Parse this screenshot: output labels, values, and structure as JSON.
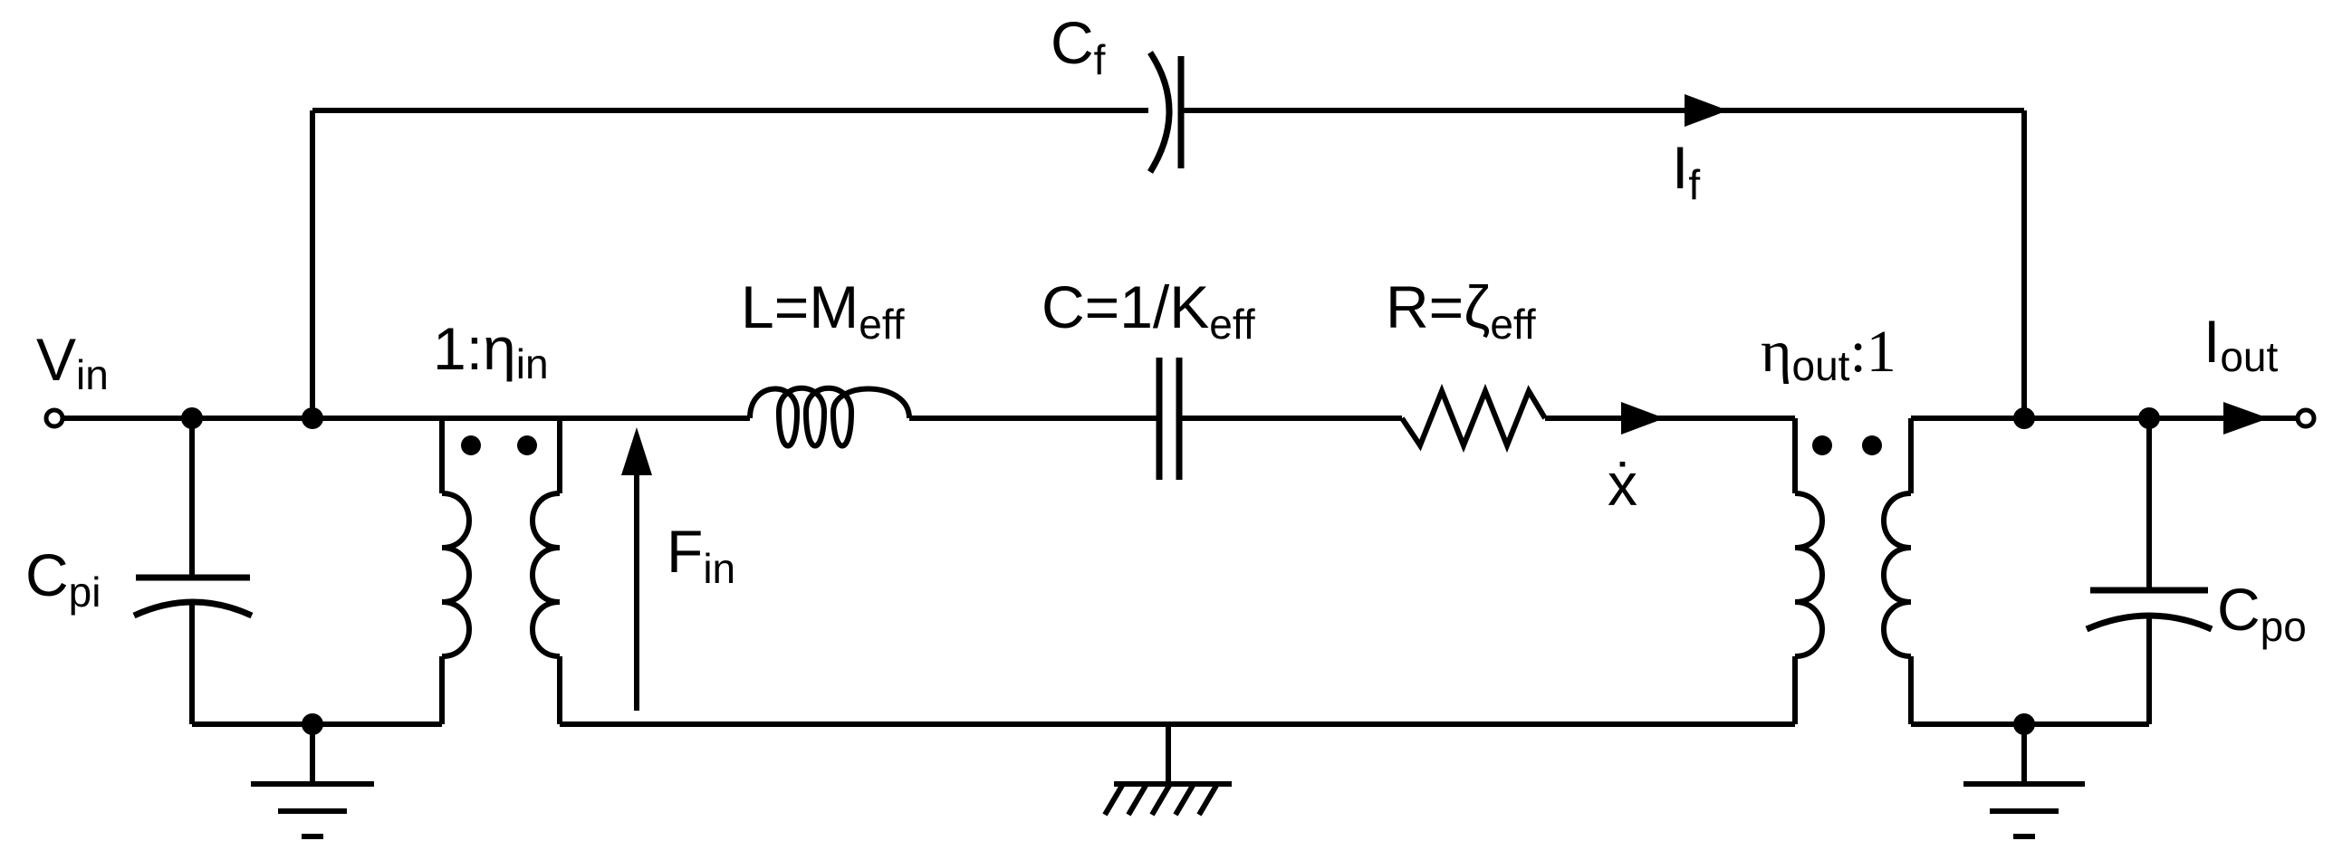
{
  "diagram": {
    "labels": {
      "vin": {
        "main": "V",
        "sub": "in"
      },
      "cpi": {
        "main": "C",
        "sub": "pi"
      },
      "turns_in": {
        "main": "1:η",
        "sub": "in"
      },
      "fin": {
        "main": "F",
        "sub": "in"
      },
      "inductor": {
        "main": "L=M",
        "sub": "eff"
      },
      "capacitor": {
        "main": "C=1/K",
        "sub": "eff"
      },
      "resistor": {
        "main": "R=ζ",
        "sub": "eff"
      },
      "xdot": {
        "main": "ẋ"
      },
      "turns_out": {
        "main": "η",
        "sub": "out",
        "tail": ":1"
      },
      "iout": {
        "main": "I",
        "sub": "out"
      },
      "cpo": {
        "main": "C",
        "sub": "po"
      },
      "cf": {
        "main": "C",
        "sub": "f"
      },
      "if": {
        "main": "I",
        "sub": "f"
      }
    }
  }
}
